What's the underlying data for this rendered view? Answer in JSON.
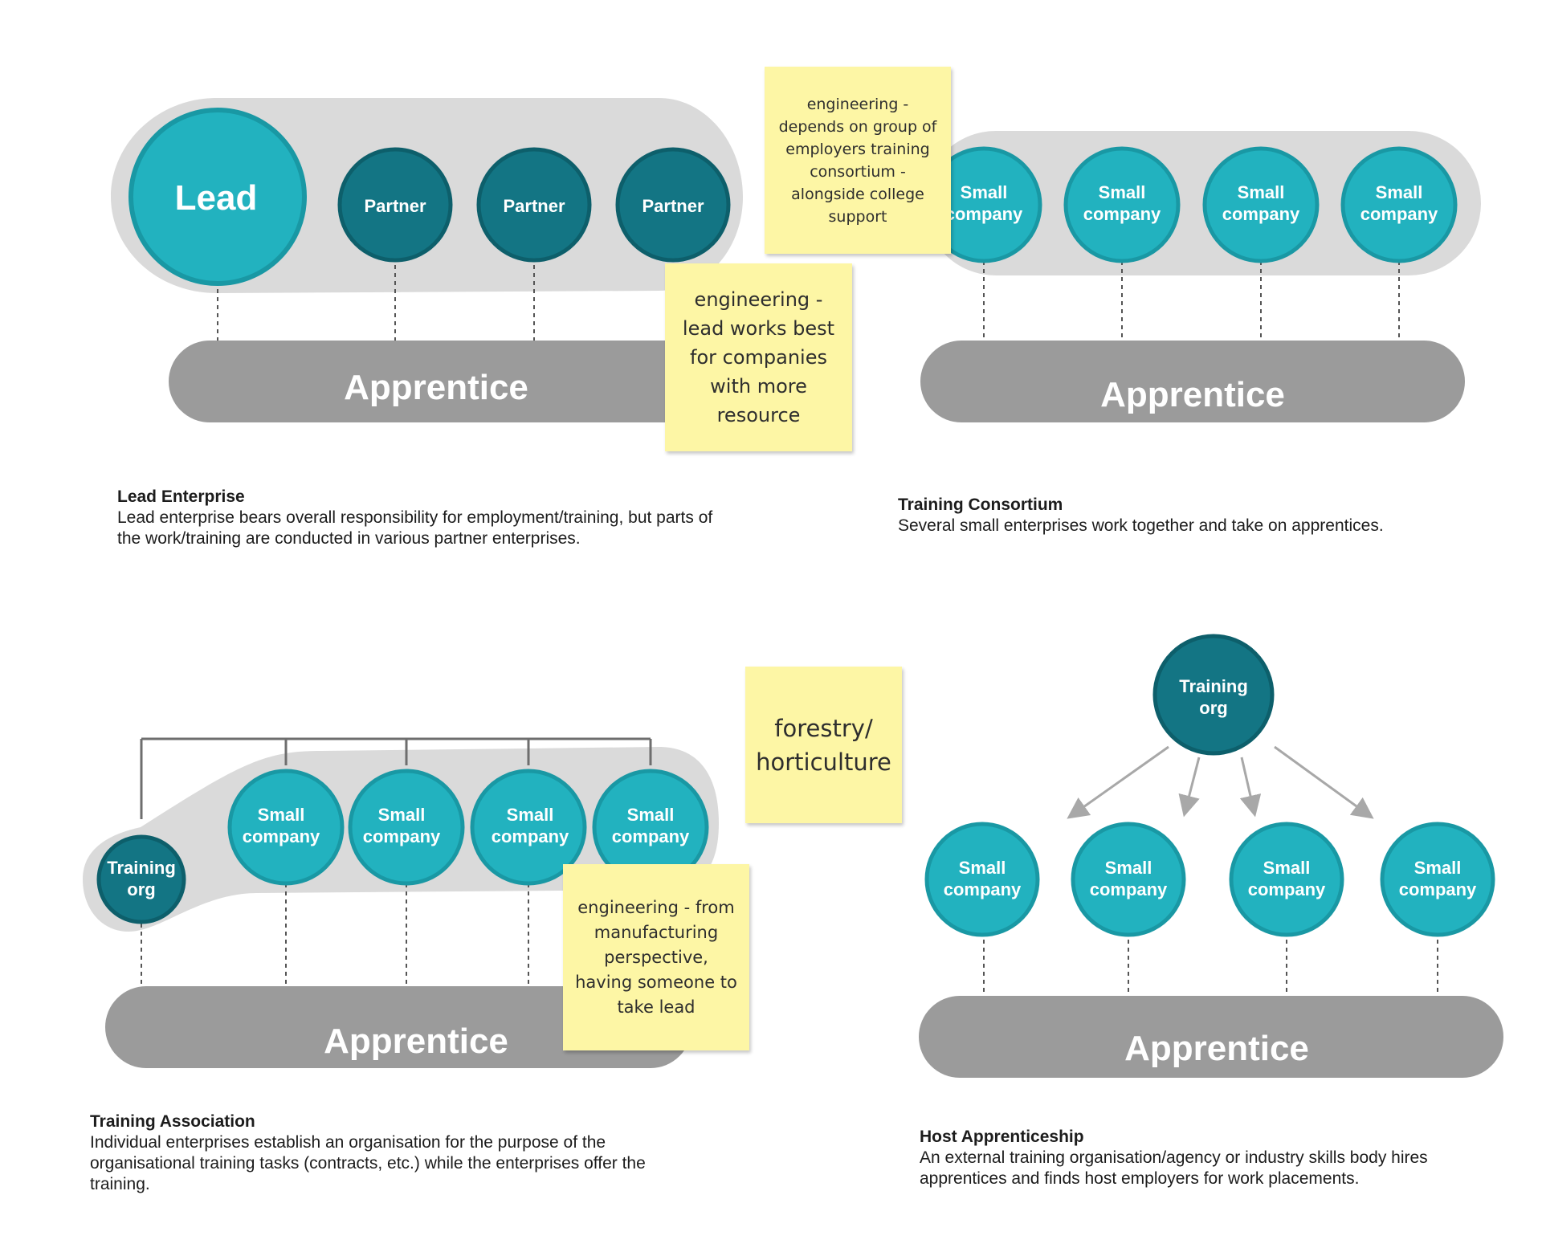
{
  "lead_enterprise": {
    "lead": "Lead",
    "partners": [
      "Partner",
      "Partner",
      "Partner"
    ],
    "apprentice": "Apprentice",
    "caption_title": "Lead Enterprise",
    "caption_body": "Lead enterprise bears overall responsibility for employment/training, but parts of the work/training are conducted in various partner enterprises."
  },
  "training_consortium": {
    "companies": [
      [
        "Small",
        "company"
      ],
      [
        "Small",
        "company"
      ],
      [
        "Small",
        "company"
      ],
      [
        "Small",
        "company"
      ]
    ],
    "apprentice": "Apprentice",
    "caption_title": "Training Consortium",
    "caption_body": "Several small enterprises work together and take on apprentices."
  },
  "training_association": {
    "org": [
      "Training",
      "org"
    ],
    "companies": [
      [
        "Small",
        "company"
      ],
      [
        "Small",
        "company"
      ],
      [
        "Small",
        "company"
      ],
      [
        "Small",
        "company"
      ]
    ],
    "apprentice": "Apprentice",
    "caption_title": "Training Association",
    "caption_body": "Individual enterprises establish an organisation for the purpose of the organisational training tasks (contracts, etc.) while the enterprises offer the training."
  },
  "host_apprenticeship": {
    "org": [
      "Training",
      "org"
    ],
    "companies": [
      [
        "Small",
        "company"
      ],
      [
        "Small",
        "company"
      ],
      [
        "Small",
        "company"
      ],
      [
        "Small",
        "company"
      ]
    ],
    "apprentice": "Apprentice",
    "caption_title": "Host Apprenticeship",
    "caption_body": "An external training organisation/agency or industry skills body hires apprentices and finds host employers for work placements."
  },
  "stickies": {
    "consortium_note": "engineering - depends on group of employers training consortium - alongside college support",
    "lead_note": "engineering - lead works best for companies with more resource",
    "forestry_note": "forestry/ horticulture",
    "association_note": "engineering - from manufacturing perspective, having someone to take lead"
  },
  "colors": {
    "teal": "#22b2bf",
    "teal_ring": "#1998a4",
    "dark_teal": "#137584",
    "dark_teal_ring": "#0d5f6b",
    "pill_light": "#dadada",
    "apprentice_bar": "#9b9b9b",
    "sticky": "#fdf6a5"
  }
}
